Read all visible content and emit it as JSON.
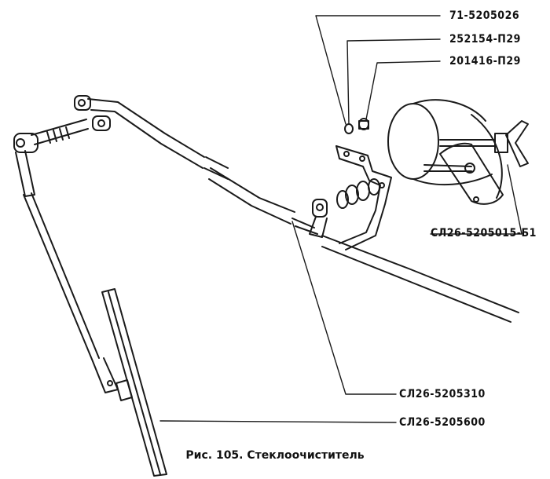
{
  "figure": {
    "caption": "Рис. 105. Стеклоочиститель"
  },
  "labels": {
    "bolt": "71-5205026",
    "washer": "252154-П29",
    "nut": "201416-П29",
    "motor": "СЛ26-5205015-Б1",
    "lever_rod": "СЛ26-5205310",
    "blade": "СЛ26-5205600"
  }
}
